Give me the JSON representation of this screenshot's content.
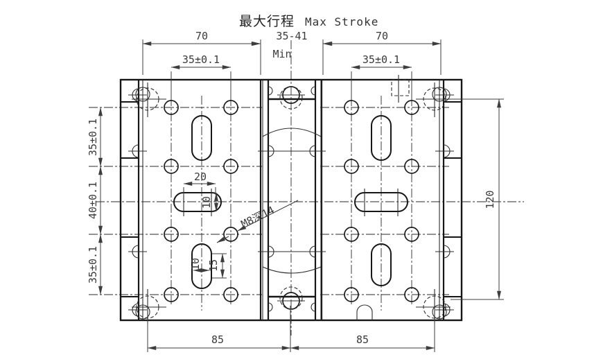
{
  "title": {
    "zh": "最大行程",
    "en": "Max Stroke"
  },
  "dims": {
    "top_left_span": "70",
    "stroke_range": "35-41",
    "stroke_min_label": "Min",
    "top_right_span": "70",
    "left_hole_span": "35±0.1",
    "right_hole_span": "35±0.1",
    "side_top": "35±0.1",
    "side_mid": "40±0.1",
    "side_bottom": "35±0.1",
    "body_height": "120",
    "bottom_left_span": "85",
    "bottom_right_span": "85",
    "upper_slot_length": "20",
    "upper_slot_width": "10",
    "lower_slot_width": "10",
    "lower_slot_length": "15",
    "thread_callout": "M8深14"
  },
  "colors": {
    "background": "#ffffff",
    "line": "#161616",
    "dimension": "#3d3d3d"
  }
}
